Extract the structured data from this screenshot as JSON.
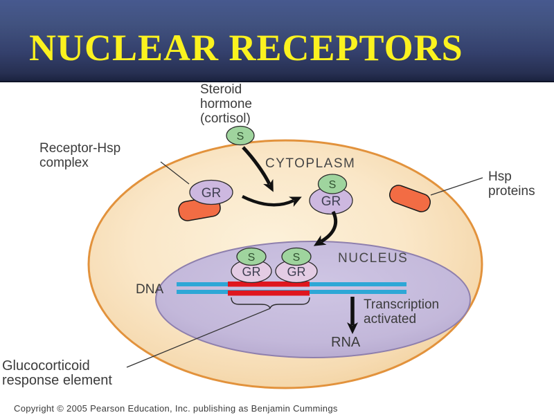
{
  "slide": {
    "title": "NUCLEAR RECEPTORS"
  },
  "diagram": {
    "labels": {
      "steroid_hormone": [
        "Steroid",
        "hormone",
        "(cortisol)"
      ],
      "receptor_hsp": [
        "Receptor-Hsp",
        "complex"
      ],
      "cytoplasm": "CYTOPLASM",
      "hsp_proteins": [
        "Hsp",
        "proteins"
      ],
      "nucleus": "NUCLEUS",
      "dna": "DNA",
      "transcription": [
        "Transcription",
        "activated"
      ],
      "rna": "RNA",
      "response_element": [
        "Glucocorticoid",
        "response element"
      ],
      "s": "S",
      "gr": "GR"
    }
  },
  "footer": {
    "copyright": "Copyright © 2005 Pearson Education, Inc. publishing as Benjamin Cummings"
  },
  "colors": {
    "banner_top": "#47598F",
    "banner_bottom": "#1B2340",
    "title_yellow": "#FBF21F",
    "membrane_stroke": "#E2923C",
    "nucleus_stroke": "#8E7FAD",
    "hsp_orange": "#F26C44",
    "s_green": "#9FD49E",
    "gr_lavender": "#CDB8E0",
    "gr_pink": "#E4CCE4",
    "dna_blue": "#2EA7D6",
    "dna_red": "#DF161E",
    "arrow_black": "#111111"
  }
}
